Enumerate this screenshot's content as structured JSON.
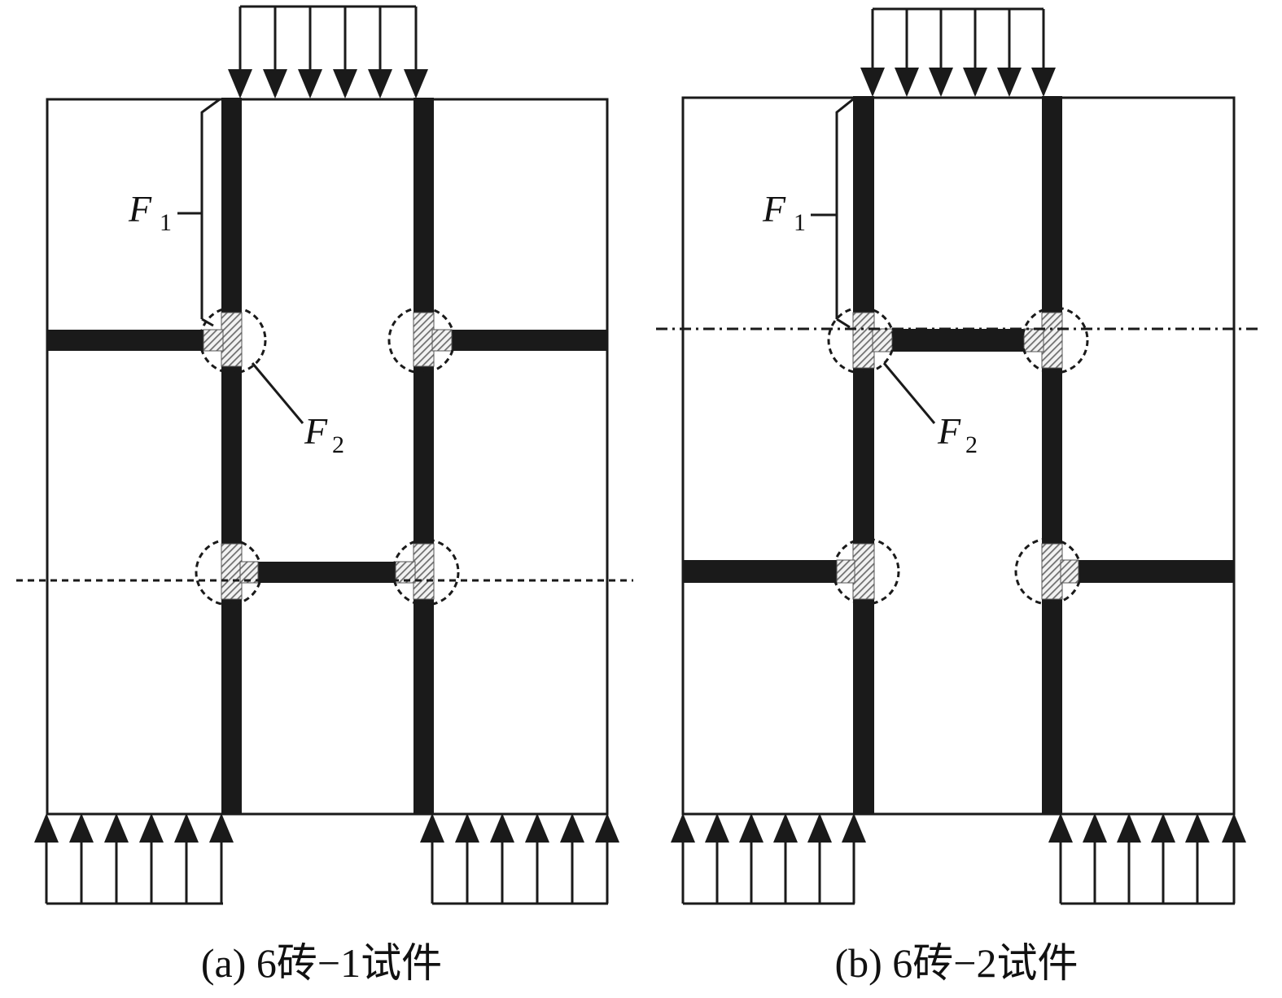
{
  "colors": {
    "line": "#1a1a1a",
    "hatch_fg": "#6e6e6e",
    "hatch_bg": "#f2f2f2",
    "background": "#ffffff"
  },
  "panel_a": {
    "caption": "(a) 6砖−1试件",
    "f1": {
      "letter": "F",
      "sub": "1"
    },
    "f2": {
      "letter": "F",
      "sub": "2"
    }
  },
  "panel_b": {
    "caption": "(b) 6砖−2试件",
    "f1": {
      "letter": "F",
      "sub": "1"
    },
    "f2": {
      "letter": "F",
      "sub": "2"
    }
  }
}
